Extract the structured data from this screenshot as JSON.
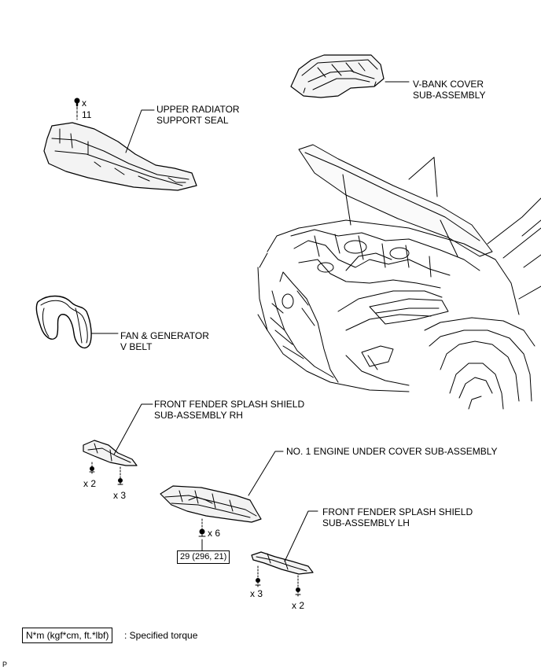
{
  "parts": {
    "v_bank_cover": [
      "V-BANK COVER",
      "SUB-ASSEMBLY"
    ],
    "upper_radiator_support_seal": [
      "UPPER RADIATOR",
      "SUPPORT SEAL"
    ],
    "fan_generator_v_belt": [
      "FAN & GENERATOR",
      "V BELT"
    ],
    "front_fender_splash_shield_rh": [
      "FRONT FENDER SPLASH SHIELD",
      "SUB-ASSEMBLY RH"
    ],
    "no1_engine_under_cover": "NO. 1 ENGINE UNDER COVER SUB-ASSEMBLY",
    "front_fender_splash_shield_lh": [
      "FRONT FENDER SPLASH SHIELD",
      "SUB-ASSEMBLY LH"
    ]
  },
  "quantities": {
    "seal_clips_x": "x",
    "seal_clips_n": "11",
    "rh_bolt_a": "x 2",
    "rh_bolt_b": "x 3",
    "under_cover_bolts": "x 6",
    "lh_bolt_a": "x 3",
    "lh_bolt_b": "x 2"
  },
  "torque": {
    "under_cover": "29 (296, 21)"
  },
  "legend": {
    "unit_box": "N*m (kgf*cm, ft.*lbf)",
    "description": ": Specified torque"
  },
  "page_code": "P"
}
